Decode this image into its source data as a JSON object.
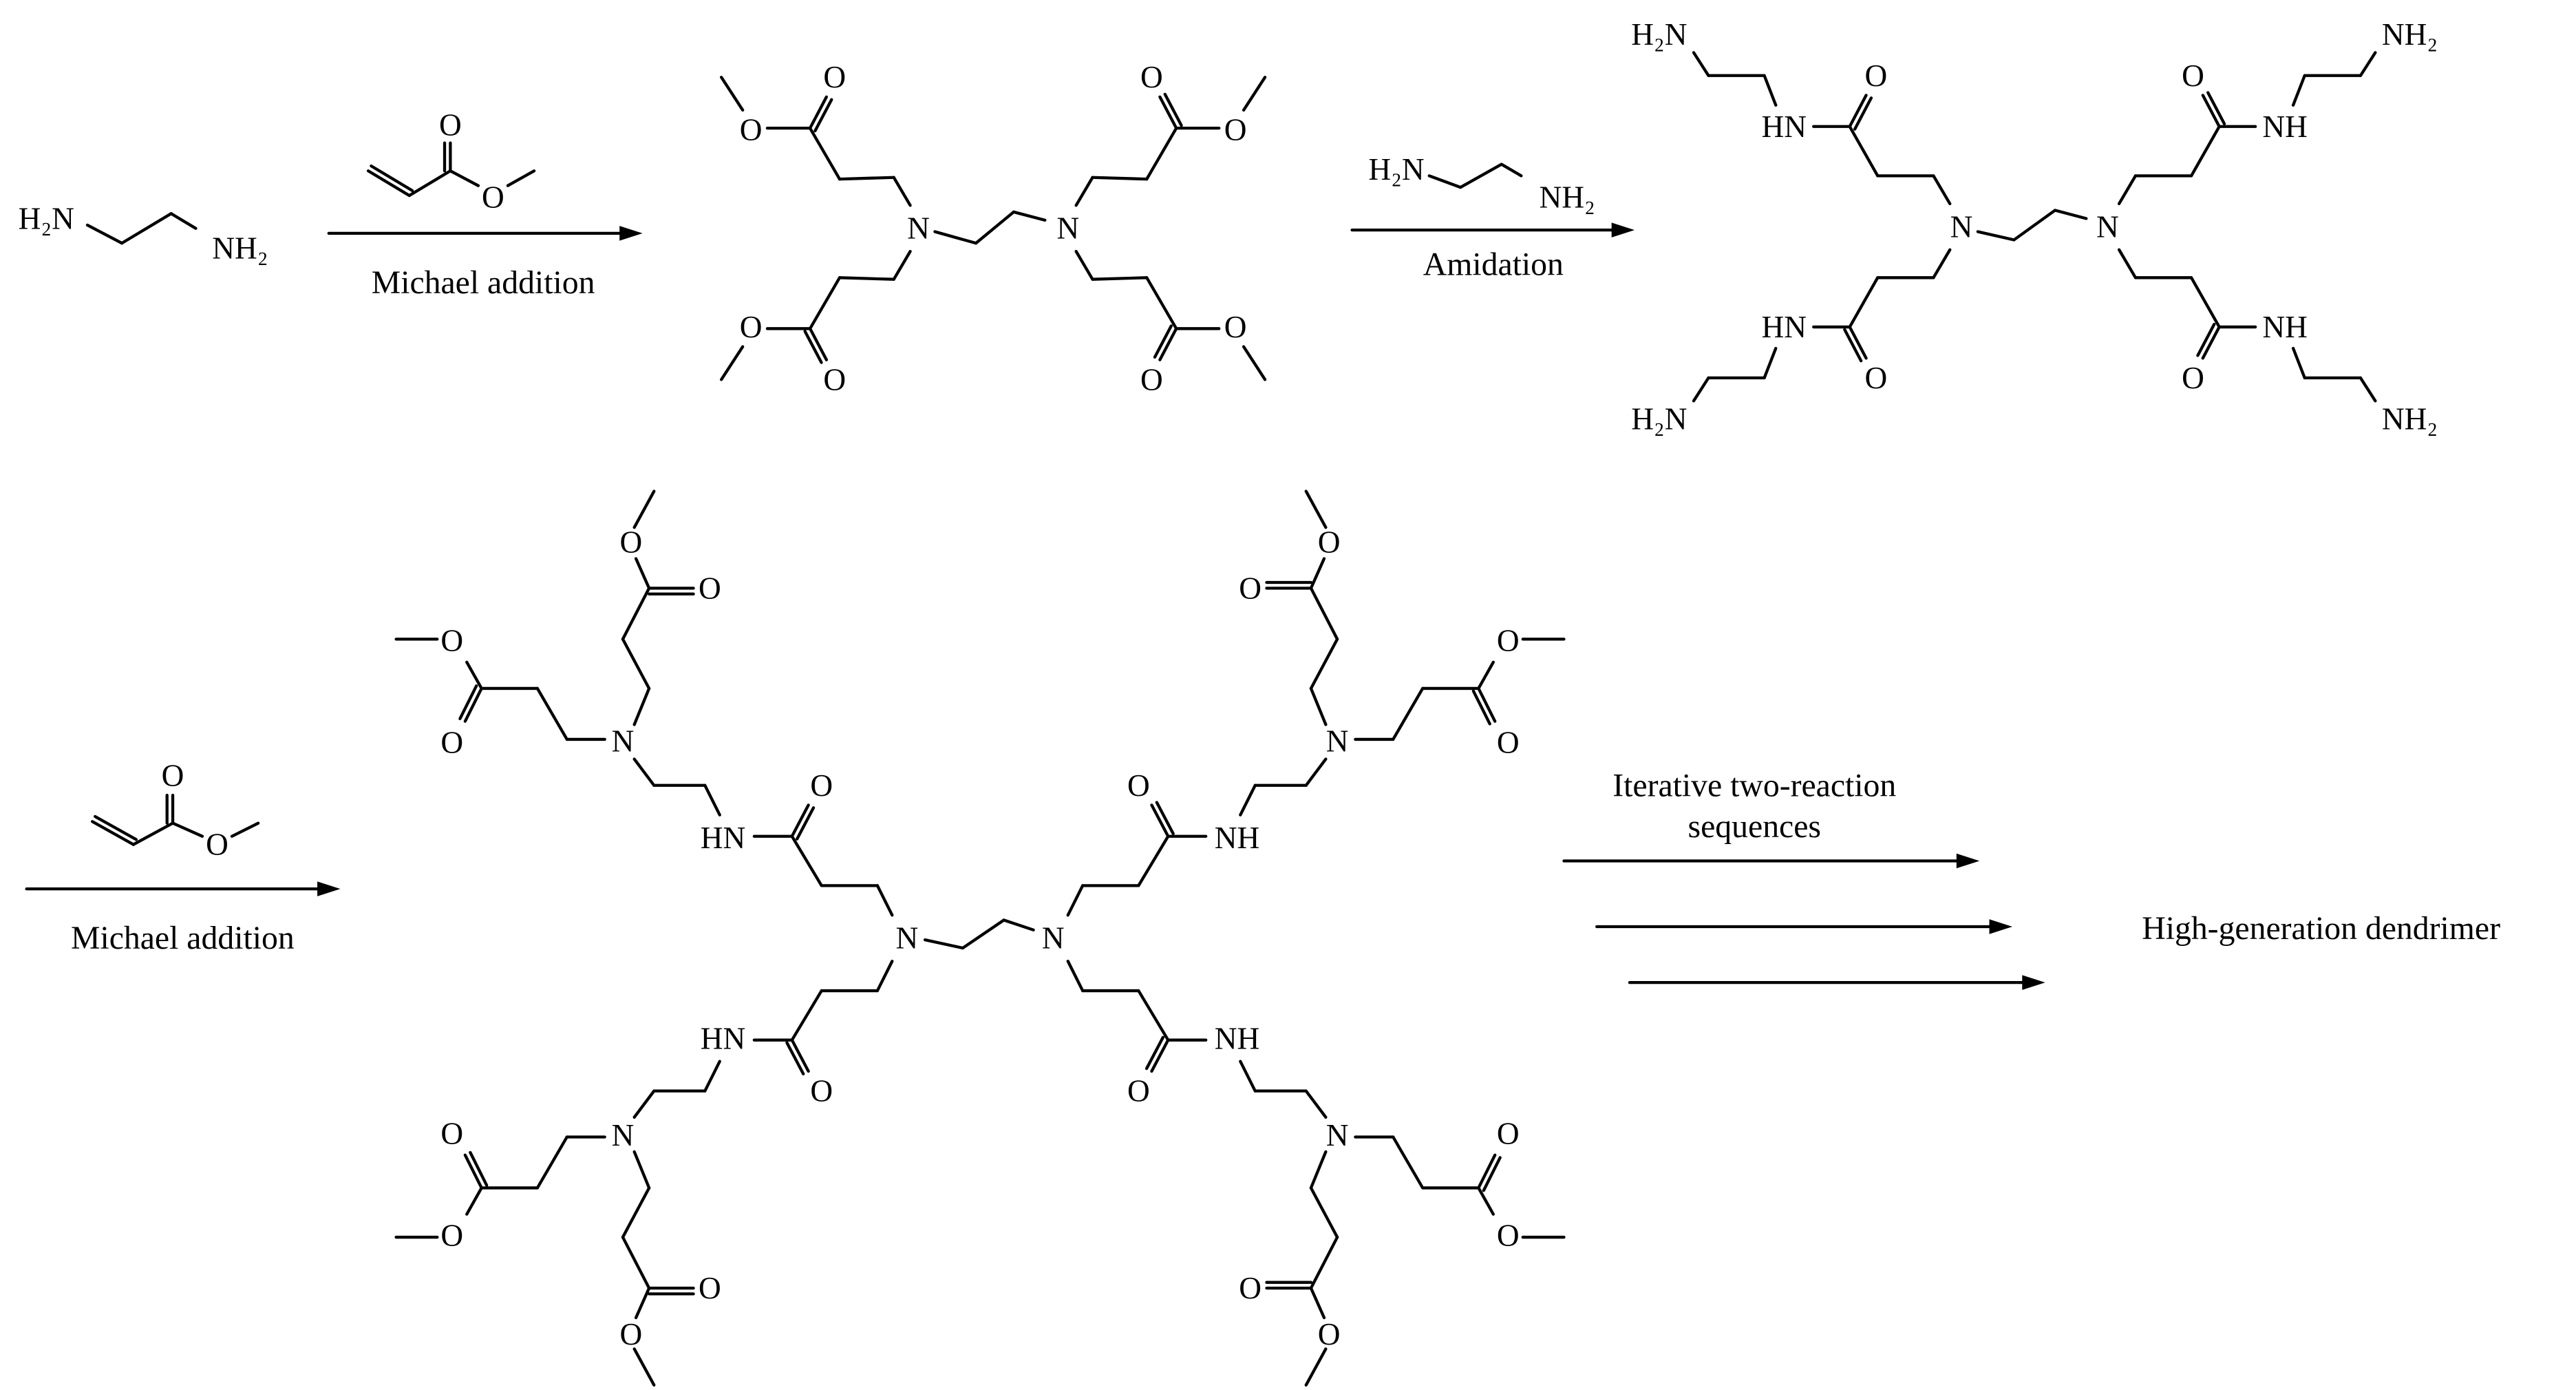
{
  "atoms": {
    "N": "N",
    "O": "O",
    "HN": "HN",
    "NH": "NH",
    "H2N": "H₂N",
    "NH2": "NH₂"
  },
  "reactions": {
    "step1": {
      "label": "Michael addition"
    },
    "step2": {
      "label": "Amidation"
    },
    "step3": {
      "label": "Michael addition"
    },
    "iterative": {
      "line1": "Iterative two-reaction",
      "line2": "sequences"
    }
  },
  "final_product": {
    "label": "High-generation dendrimer"
  }
}
